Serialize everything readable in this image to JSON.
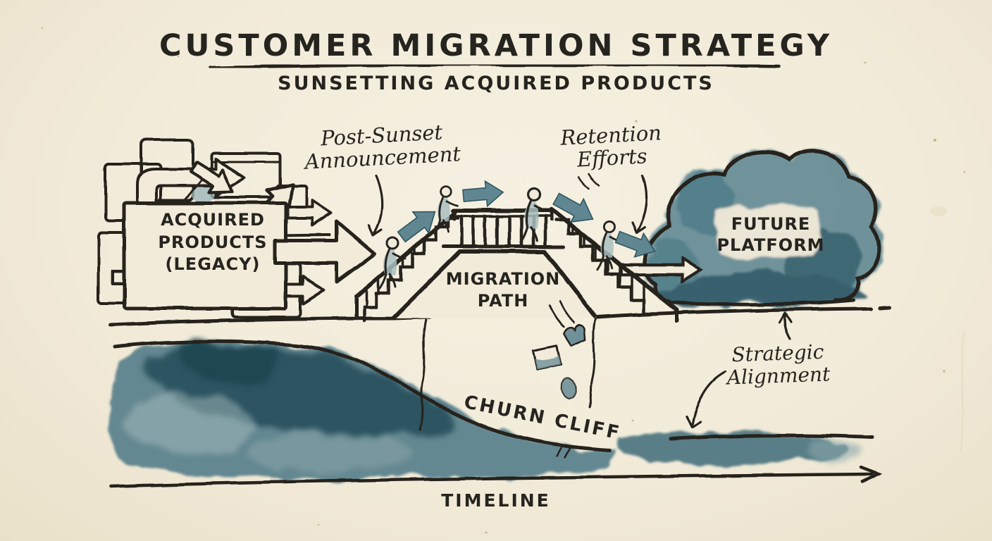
{
  "header": {
    "title": "CUSTOMER MIGRATION STRATEGY",
    "subtitle": "SUNSETTING ACQUIRED PRODUCTS"
  },
  "diagram": {
    "legacy_box": {
      "line1": "ACQUIRED",
      "line2": "PRODUCTS",
      "line3": "(LEGACY)"
    },
    "bridge_label": {
      "line1": "MIGRATION",
      "line2": "PATH"
    },
    "cloud_label": {
      "line1": "FUTURE",
      "line2": "PLATFORM"
    },
    "churn_label": "CHURN CLIFF",
    "timeline_label": "TIMELINE",
    "annotations": {
      "post_sunset": {
        "line1": "Post-Sunset",
        "line2": "Announcement"
      },
      "retention": {
        "line1": "Retention",
        "line2": "Efforts"
      },
      "strategic": {
        "line1": "Strategic",
        "line2": "Alignment"
      }
    }
  },
  "colors": {
    "paper": "#f2ebd9",
    "ink": "#26241f",
    "teal_light": "#a9bec0",
    "teal_mid": "#5f8691",
    "teal_dark": "#37606b",
    "teal_deep": "#1f4751"
  }
}
